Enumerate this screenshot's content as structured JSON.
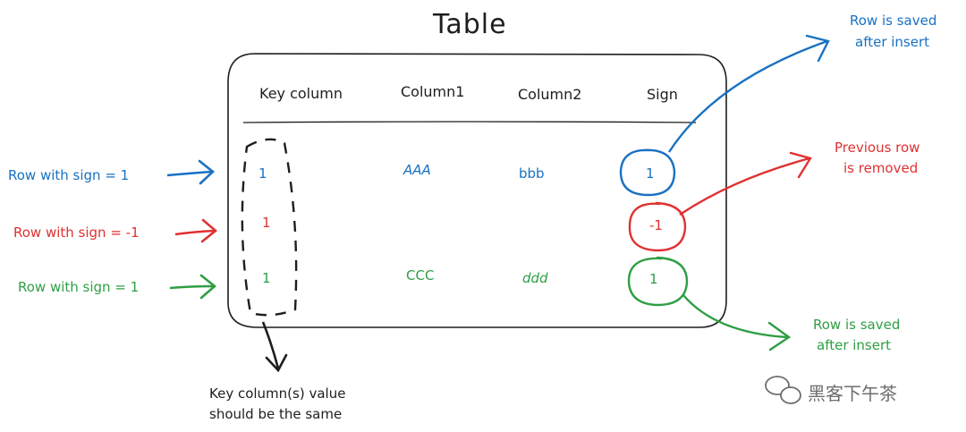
{
  "title": "Table",
  "columns": [
    "Key column",
    "Column1",
    "Column2",
    "Sign"
  ],
  "rows": [
    {
      "key": "1",
      "col1": "AAA",
      "col2": "bbb",
      "sign": "1"
    },
    {
      "key": "1",
      "col1": "",
      "col2": "",
      "sign": "-1"
    },
    {
      "key": "1",
      "col1": "CCC",
      "col2": "ddd",
      "sign": "1"
    }
  ],
  "left_labels": [
    "Row with sign = 1",
    "Row with sign = -1",
    "Row with sign = 1"
  ],
  "annotations": {
    "top_right_line1": "Row is saved",
    "top_right_line2": "after insert",
    "mid_right_line1": "Previous row",
    "mid_right_line2": "is removed",
    "bottom_right_line1": "Row is saved",
    "bottom_right_line2": "after insert",
    "key_note_line1": "Key column(s) value",
    "key_note_line2": "should be the same"
  },
  "watermark": "黑客下午茶",
  "watermark_icon": "wechat-icon",
  "colors": {
    "ink": "#1e1e1e",
    "blue": "#1971c2",
    "red": "#e03131",
    "green": "#2f9e44",
    "gray": "#6d6d6d"
  }
}
